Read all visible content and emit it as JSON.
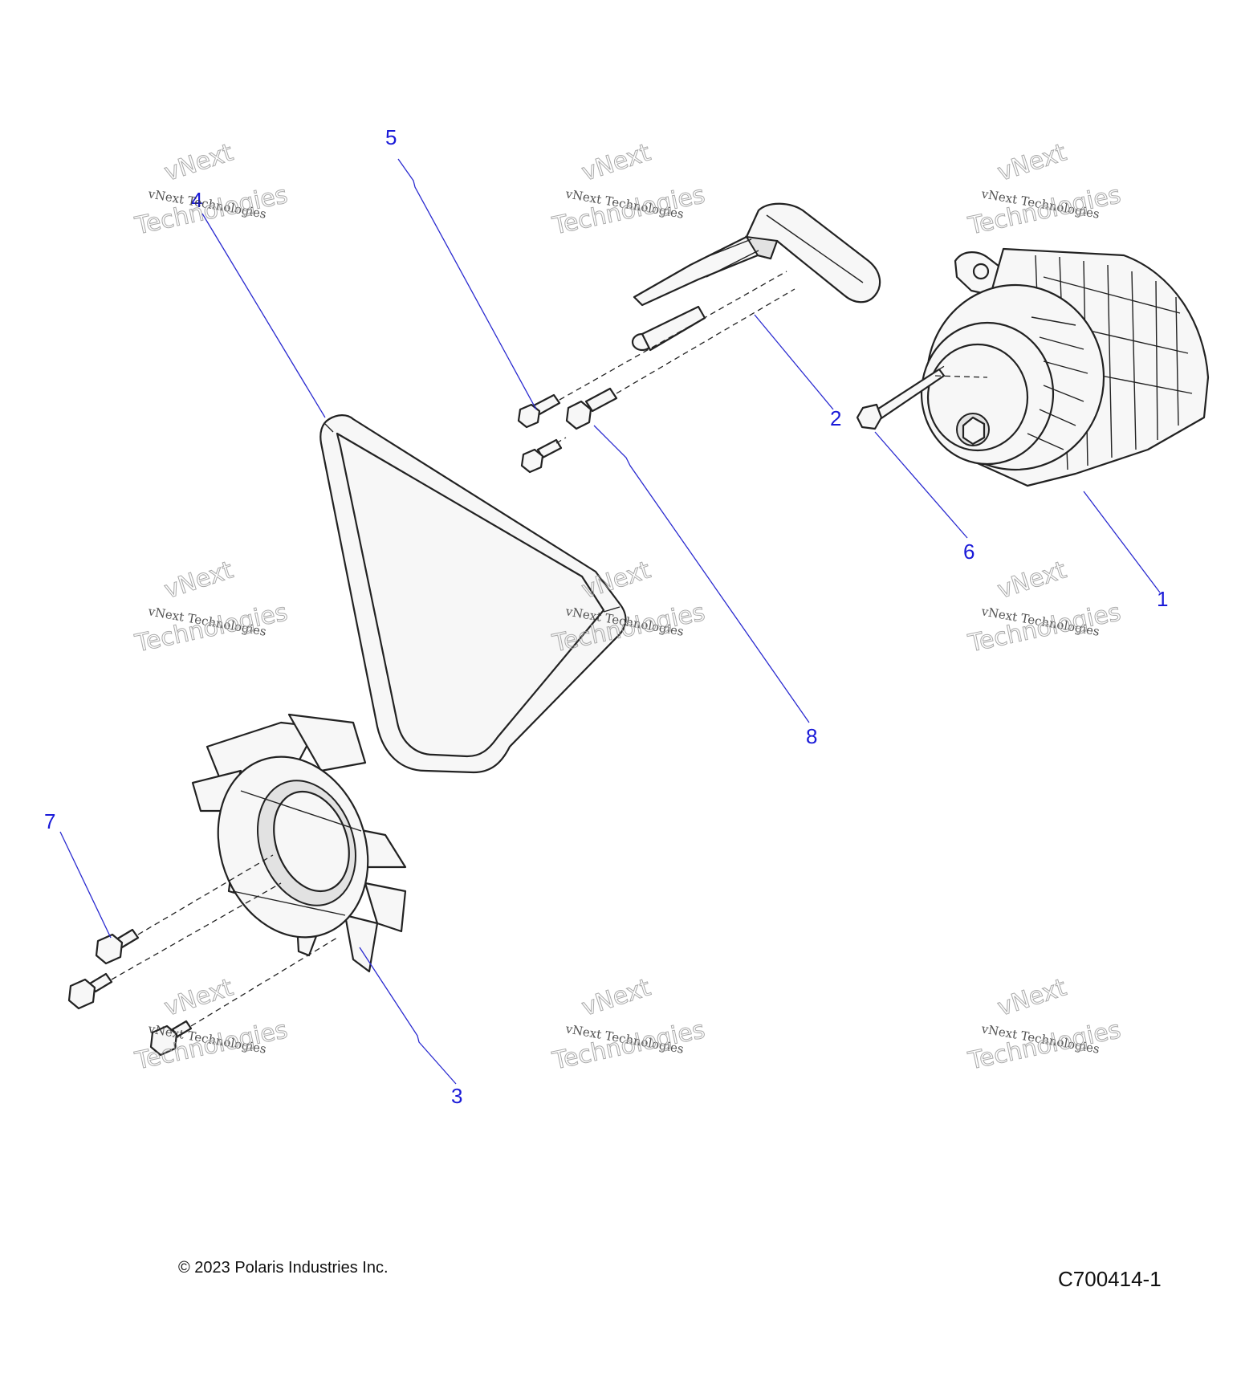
{
  "callouts": [
    {
      "id": "1",
      "label": "1"
    },
    {
      "id": "2",
      "label": "2"
    },
    {
      "id": "3",
      "label": "3"
    },
    {
      "id": "4",
      "label": "4"
    },
    {
      "id": "5",
      "label": "5"
    },
    {
      "id": "6",
      "label": "6"
    },
    {
      "id": "7",
      "label": "7"
    },
    {
      "id": "8",
      "label": "8"
    }
  ],
  "watermark": {
    "line1": "vNext Technologies",
    "line2": "vNext",
    "line3": "Technologies"
  },
  "footer": {
    "copyright": "© 2023 Polaris Industries Inc.",
    "figure_id": "C700414-1"
  },
  "colors": {
    "callout": "#1a1ad8",
    "line": "#222222"
  }
}
